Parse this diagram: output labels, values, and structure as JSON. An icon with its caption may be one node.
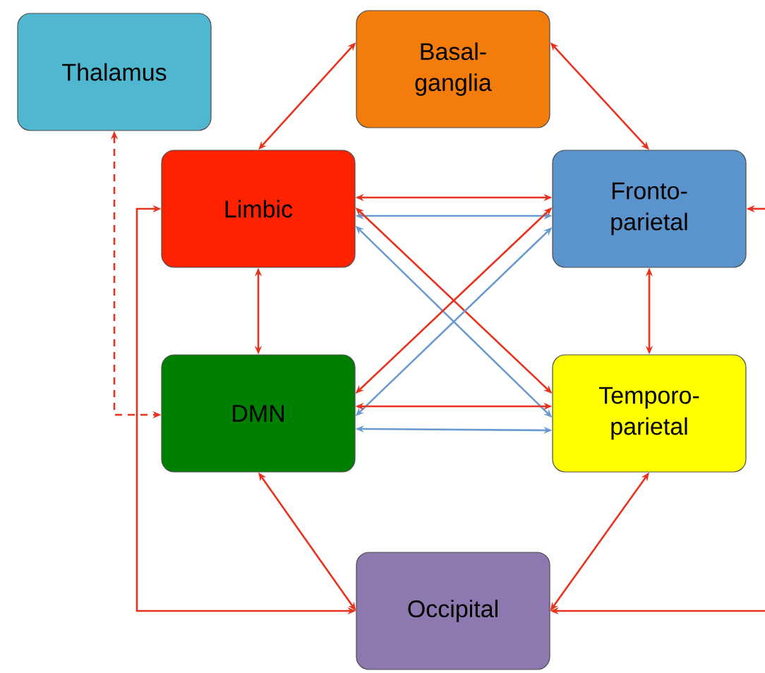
{
  "diagram": {
    "nodes": [
      {
        "text": [
          "Thalamus"
        ]
      },
      {
        "text": [
          "Basal- ganglia"
        ]
      },
      {
        "text": [
          "Limbic"
        ]
      },
      {
        "text": [
          "Fronto- parietal"
        ]
      },
      {
        "text": [
          "DMN"
        ]
      },
      {
        "text": [
          "Temporo- parietal"
        ]
      },
      {
        "text": [
          "Occipital"
        ]
      }
    ],
    "edges": [
      {
        "from": 1,
        "to": 2,
        "arrow": "both"
      },
      {
        "from": 1,
        "to": 3,
        "arrow": "both"
      },
      {
        "from": 2,
        "to": 3,
        "arrow": "both"
      },
      {
        "from": 2,
        "to": 3,
        "arrow": "both",
        "color": "#6a9bd0"
      },
      {
        "from": 2,
        "to": 5,
        "arrow": "both"
      },
      {
        "from": 2,
        "to": 5,
        "arrow": "both",
        "color": "#6a9bd0"
      },
      {
        "from": 4,
        "to": 3,
        "arrow": "both"
      },
      {
        "from": 4,
        "to": 3,
        "arrow": "both",
        "color": "#6a9bd0"
      },
      {
        "from": 4,
        "to": 5,
        "arrow": "both"
      },
      {
        "from": 4,
        "to": 5,
        "arrow": "both",
        "color": "#6a9bd0"
      },
      {
        "from": 2,
        "to": 4,
        "arrow": "both"
      },
      {
        "from": 3,
        "to": 5,
        "arrow": "both"
      },
      {
        "from": 4,
        "to": 6,
        "arrow": "both"
      },
      {
        "from": 5,
        "to": 6,
        "arrow": "both"
      },
      {
        "from": 0,
        "to": 4,
        "arrow": "both",
        "style": "dashed"
      },
      {
        "from": 6,
        "to": 2,
        "arrow": "both"
      },
      {
        "from": null,
        "to": 6,
        "arrow": "to"
      },
      {
        "from": null,
        "to": 3,
        "arrow": "to"
      }
    ]
  }
}
